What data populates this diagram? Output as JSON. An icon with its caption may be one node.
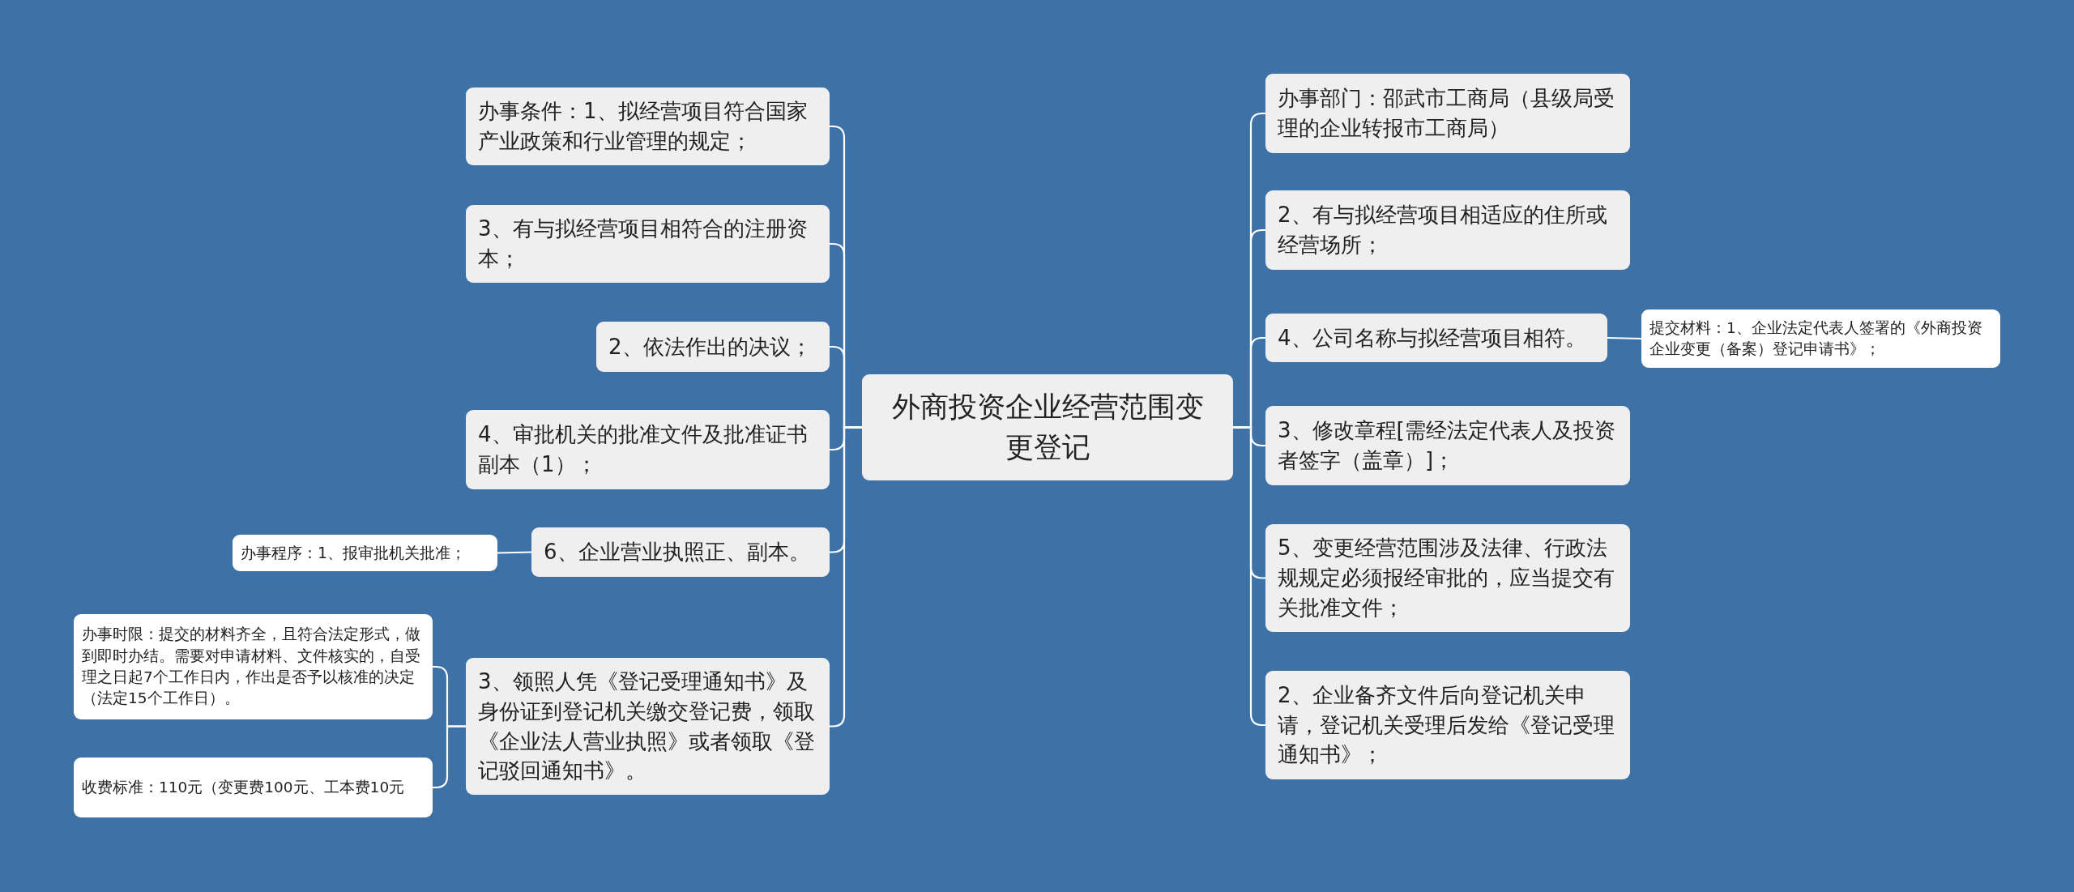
{
  "diagram": {
    "nodes": [
      {
        "text": [
          "外商投资企业经营范围变更登记"
        ]
      },
      {
        "text": [
          "办事条件：1、拟经营项目符合国家产业政策和行业管理的规定；"
        ]
      },
      {
        "text": [
          "3、有与拟经营项目相符合的注册资本；"
        ]
      },
      {
        "text": [
          "2、依法作出的决议；"
        ]
      },
      {
        "text": [
          "4、审批机关的批准文件及批准证书副本（1）；"
        ]
      },
      {
        "text": [
          "6、企业营业执照正、副本。"
        ]
      },
      {
        "text": [
          "办事程序：1、报审批机关批准；"
        ]
      },
      {
        "text": [
          "3、领照人凭《登记受理通知书》及身份证到登记机关缴交登记费，领取《企业法人营业执照》或者领取《登记驳回通知书》。"
        ]
      },
      {
        "text": [
          "办事时限：提交的材料齐全，且符合法定形式，做到即时办结。需要对申请材料、文件核实的，自受理之日起7个工作日内，作出是否予以核准的决定（法定15个工作日）。"
        ]
      },
      {
        "text": [
          "收费标准：110元（变更费100元、工本费10元"
        ]
      },
      {
        "text": [
          "办事部门：邵武市工商局（县级局受理的企业转报市工商局）"
        ]
      },
      {
        "text": [
          "2、有与拟经营项目相适应的住所或经营场所；"
        ]
      },
      {
        "text": [
          "4、公司名称与拟经营项目相符。"
        ]
      },
      {
        "text": [
          "提交材料：1、企业法定代表人签署的《外商投资企业变更（备案）登记申请书》；"
        ]
      },
      {
        "text": [
          "3、修改章程[需经法定代表人及投资者签字（盖章）]；"
        ]
      },
      {
        "text": [
          "5、变更经营范围涉及法律、行政法规规定必须报经审批的，应当提交有关批准文件；"
        ]
      },
      {
        "text": [
          "2、企业备齐文件后向登记机关申请，登记机关受理后发给《登记受理通知书》；"
        ]
      }
    ],
    "edges": [
      {
        "from": 0,
        "to": 1,
        "arrow": "none"
      },
      {
        "from": 0,
        "to": 2,
        "arrow": "none"
      },
      {
        "from": 0,
        "to": 3,
        "arrow": "none"
      },
      {
        "from": 0,
        "to": 4,
        "arrow": "none"
      },
      {
        "from": 0,
        "to": 5,
        "arrow": "none"
      },
      {
        "from": 5,
        "to": 6,
        "arrow": "none"
      },
      {
        "from": 0,
        "to": 7,
        "arrow": "none"
      },
      {
        "from": 7,
        "to": 8,
        "arrow": "none"
      },
      {
        "from": 7,
        "to": 9,
        "arrow": "none"
      },
      {
        "from": 0,
        "to": 10,
        "arrow": "none"
      },
      {
        "from": 0,
        "to": 11,
        "arrow": "none"
      },
      {
        "from": 0,
        "to": 12,
        "arrow": "none"
      },
      {
        "from": 12,
        "to": 13,
        "arrow": "none"
      },
      {
        "from": 0,
        "to": 14,
        "arrow": "none"
      },
      {
        "from": 0,
        "to": 15,
        "arrow": "none"
      },
      {
        "from": 0,
        "to": 16,
        "arrow": "none"
      }
    ]
  }
}
